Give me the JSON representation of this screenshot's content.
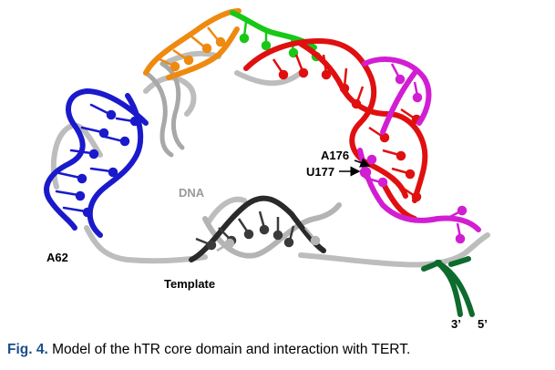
{
  "labels": {
    "a62": "A62",
    "dna": "DNA",
    "template": "Template",
    "a176": "A176",
    "u177": "U177",
    "three_prime": "3’",
    "five_prime": "5’"
  },
  "caption": {
    "fig_label": "Fig. 4.",
    "text": "Model of the hTR core domain and interaction with TERT."
  },
  "colors": {
    "blue_helix": "#1a1acc",
    "orange_helix": "#ee8a10",
    "green_strand": "#18c818",
    "red_helix": "#e01010",
    "magenta_helix": "#d21ed2",
    "grey_backbone": "#b8b8b8",
    "dark_helix": "#2a2a2a",
    "dark_green_tail": "#0d6b2e",
    "caption_label": "#1a4f8b"
  }
}
